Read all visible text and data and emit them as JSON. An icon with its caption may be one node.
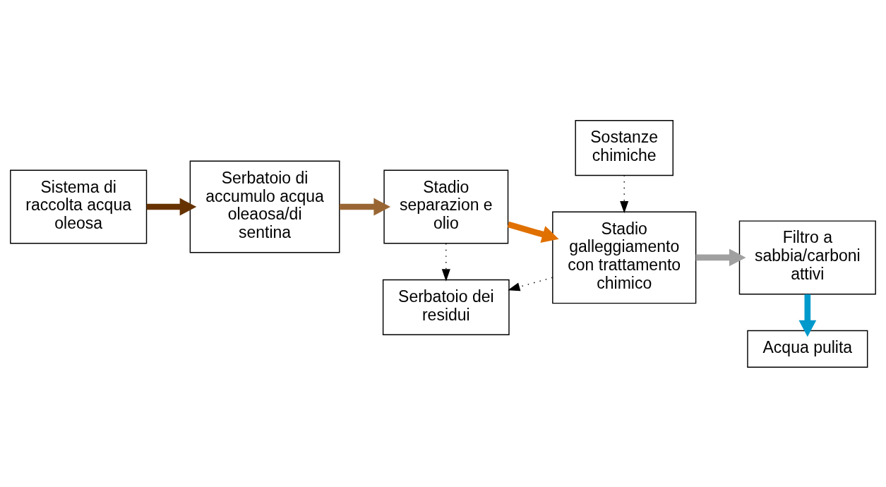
{
  "diagram": {
    "nodes": [
      {
        "text": [
          "Sistema di raccolta acqua oleosa"
        ]
      },
      {
        "text": [
          "Serbatoio di accumulo acqua oleaosa/di sentina"
        ]
      },
      {
        "text": [
          "Stadio separazion e olio"
        ]
      },
      {
        "text": [
          "Stadio galleggiamento con trattamento chimico"
        ]
      },
      {
        "text": [
          "Serbatoio dei residui"
        ]
      },
      {
        "text": [
          "Sostanze chimiche"
        ]
      },
      {
        "text": [
          "Filtro a sabbia/carboni attivi"
        ]
      },
      {
        "text": [
          "Acqua pulita"
        ]
      }
    ],
    "edges": [
      {
        "from": 0,
        "to": 1,
        "arrow": "to",
        "color": "#663300"
      },
      {
        "from": 1,
        "to": 2,
        "arrow": "to",
        "color": "#996633"
      },
      {
        "from": 2,
        "to": 3,
        "arrow": "to",
        "color": "#e07000"
      },
      {
        "from": 2,
        "to": 4,
        "arrow": "to",
        "style": "dashed",
        "color": "#000000"
      },
      {
        "from": 3,
        "to": 4,
        "arrow": "to",
        "style": "dashed",
        "color": "#000000"
      },
      {
        "from": 5,
        "to": 3,
        "arrow": "to",
        "style": "dashed",
        "color": "#000000"
      },
      {
        "from": 3,
        "to": 6,
        "arrow": "to",
        "color": "#a0a0a0"
      },
      {
        "from": 6,
        "to": 7,
        "arrow": "to",
        "color": "#0099cc"
      }
    ]
  }
}
